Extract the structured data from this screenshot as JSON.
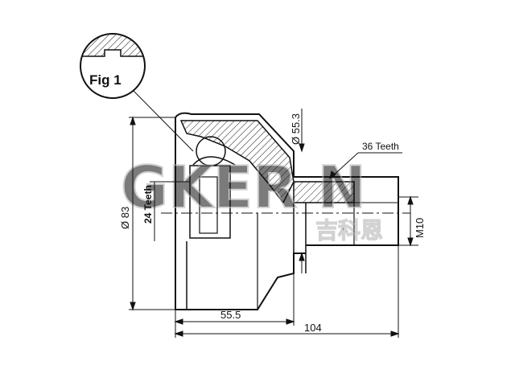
{
  "figure": {
    "fig_label": "Fig 1",
    "dimensions": {
      "outer_diameter": "Ø 83",
      "spline_diameter": "Ø 55.3",
      "inner_teeth": "24 Teeth",
      "outer_teeth": "36 Teeth",
      "thread": "M10",
      "body_length": "55.5",
      "total_length": "104"
    },
    "watermark": {
      "brand": "GKER N",
      "subtitle": "吉科恩"
    }
  },
  "colors": {
    "line": "#111111",
    "hatch": "#222222",
    "watermark": "#b0b0b0"
  }
}
